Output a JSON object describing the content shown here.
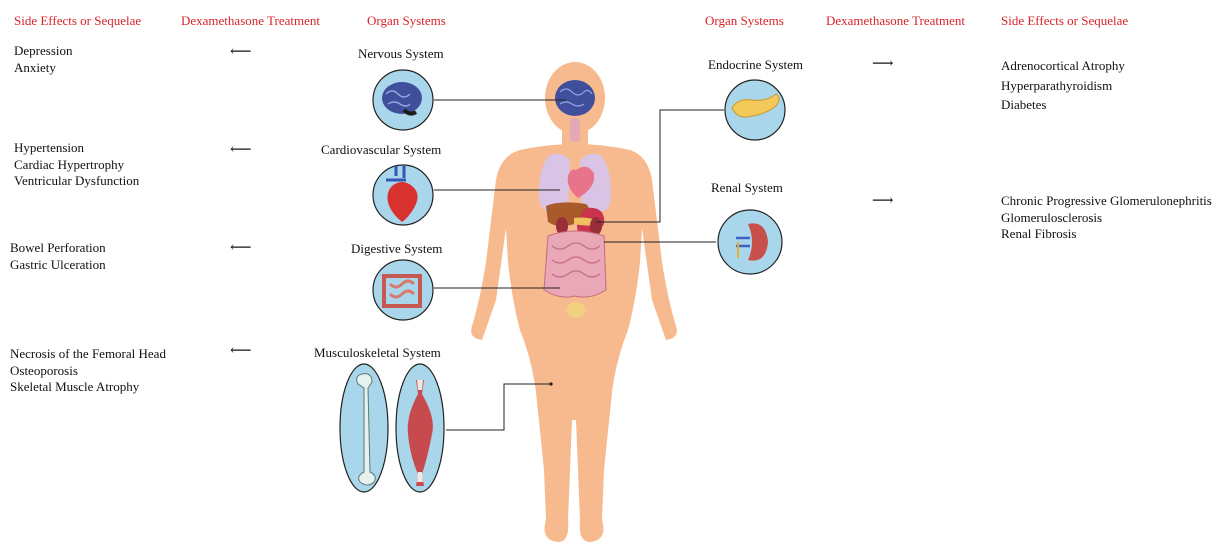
{
  "headers": {
    "left": {
      "effects": "Side Effects or Sequelae",
      "treatment": "Dexamethasone Treatment",
      "organs": "Organ Systems"
    },
    "right": {
      "organs": "Organ Systems",
      "treatment": "Dexamethasone Treatment",
      "effects": "Side Effects or Sequelae"
    }
  },
  "left_rows": [
    {
      "organ": "Nervous System",
      "icon": "brain-icon",
      "arrow": "⟵",
      "effects": [
        "Depression",
        "Anxiety"
      ]
    },
    {
      "organ": "Cardiovascular System",
      "icon": "heart-icon",
      "arrow": "⟵",
      "effects": [
        "Hypertension",
        "Cardiac Hypertrophy",
        "Ventricular Dysfunction"
      ]
    },
    {
      "organ": "Digestive System",
      "icon": "intestine-icon",
      "arrow": "⟵",
      "effects": [
        "Bowel Perforation",
        "Gastric Ulceration"
      ]
    },
    {
      "organ": "Musculoskeletal System",
      "icon": "bone-muscle-icon",
      "arrow": "⟵",
      "effects": [
        "Necrosis of the Femoral Head",
        "Osteoporosis",
        "Skeletal Muscle Atrophy"
      ]
    }
  ],
  "right_rows": [
    {
      "organ": "Endocrine System",
      "icon": "pancreas-icon",
      "arrow": "⟶",
      "effects": [
        "Adrenocortical Atrophy",
        "Hyperparathyroidism",
        "Diabetes"
      ]
    },
    {
      "organ": "Renal System",
      "icon": "kidney-icon",
      "arrow": "⟶",
      "effects": [
        "Chronic Progressive Glomerulonephritis",
        "Glomerulosclerosis",
        "Renal Fibrosis"
      ]
    }
  ],
  "colors": {
    "header_text": "#d8232a",
    "body_fill": "#f7b98e",
    "circle_fill": "#a9d6ea",
    "circle_stroke": "#222222"
  }
}
